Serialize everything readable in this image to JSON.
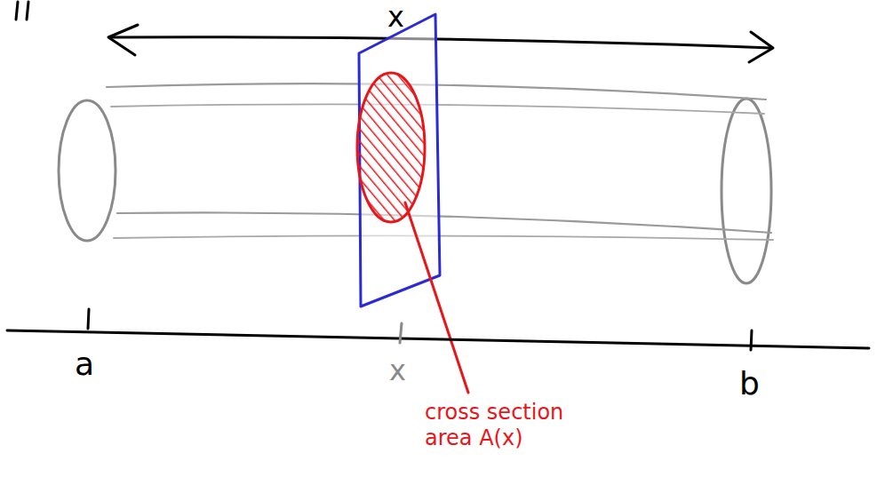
{
  "diagram": {
    "labels": [
      "x",
      "a",
      "x",
      "b",
      "cross section area A(x)"
    ]
  }
}
